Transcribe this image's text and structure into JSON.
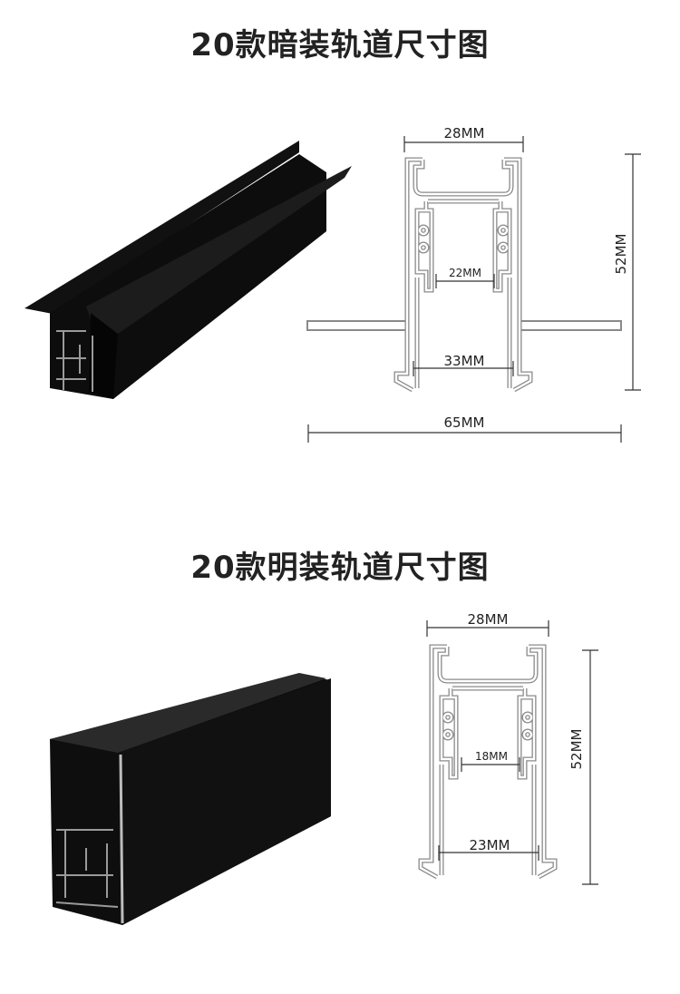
{
  "sections": [
    {
      "title": "20款暗装轨道尺寸图",
      "dims": {
        "top_width": "28MM",
        "height": "52MM",
        "inner_gap": "22MM",
        "opening": "33MM",
        "total_width": "65MM"
      }
    },
    {
      "title": "20款明装轨道尺寸图",
      "dims": {
        "top_width": "28MM",
        "height": "52MM",
        "inner_gap": "18MM",
        "opening": "23MM"
      }
    }
  ],
  "colors": {
    "rail": "#111111",
    "outline": "#8a8a8a",
    "dimension_line": "#333333"
  }
}
